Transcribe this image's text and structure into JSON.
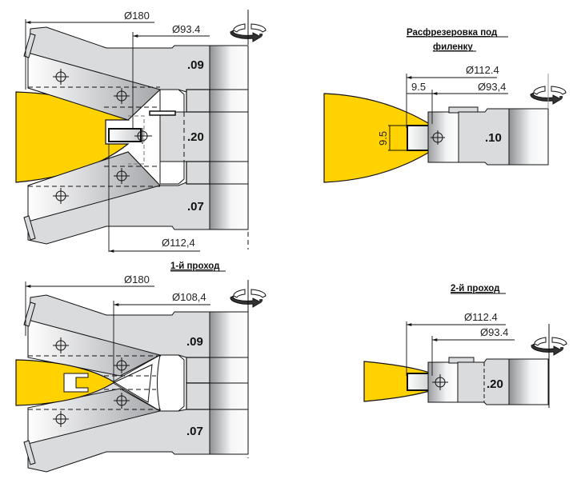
{
  "colors": {
    "workpiece": "#FFD200",
    "tool_body": "#D9DBDD",
    "tool_dark": "#9A9CA0",
    "line": "#111111"
  },
  "panels": {
    "top_left": {
      "dims": {
        "outer": "Ø180",
        "inner": "Ø93.4",
        "bottom": "Ø112,4"
      },
      "segments": [
        ".09",
        ".20",
        ".07"
      ],
      "rotation_icon": "rotation-direction-icon"
    },
    "top_right": {
      "title_line1": "Расфрезеровка под",
      "title_line2": "филенку",
      "dims": {
        "outer": "Ø112.4",
        "inner": "Ø93,4",
        "width": "9.5",
        "height": "9.5"
      },
      "segments": [
        ".10"
      ],
      "rotation_icon": "rotation-direction-icon"
    },
    "bottom_left": {
      "title": "1-й проход",
      "dims": {
        "outer": "Ø180",
        "inner": "Ø108,4"
      },
      "segments": [
        ".09",
        ".07"
      ],
      "rotation_icon": "rotation-direction-icon"
    },
    "bottom_right": {
      "title": "2-й проход",
      "dims": {
        "outer": "Ø112.4",
        "inner": "Ø93.4"
      },
      "segments": [
        ".20"
      ],
      "rotation_icon": "rotation-direction-icon"
    }
  }
}
